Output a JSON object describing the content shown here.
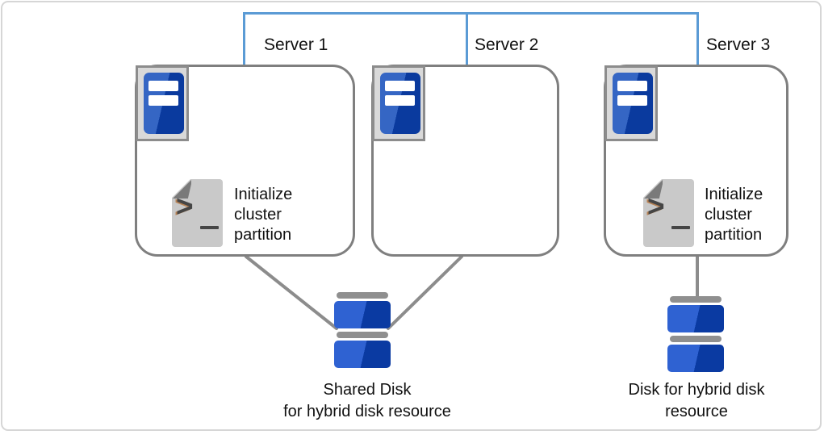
{
  "figure": {
    "servers": [
      {
        "label": "Server 1",
        "script_lines": [
          "Initialize",
          "cluster",
          "partition"
        ]
      },
      {
        "label": "Server 2"
      },
      {
        "label": "Server 3",
        "script_lines": [
          "Initialize",
          "cluster",
          "partition"
        ]
      }
    ],
    "shared_disk_caption": {
      "line1": "Shared Disk",
      "line2": "for hybrid disk resource"
    },
    "single_disk_caption": {
      "line1": "Disk for hybrid disk",
      "line2": "resource"
    },
    "colors": {
      "network_line": "#5b9bd5",
      "connector_line": "#8c8c8c",
      "box_border": "#7f7f7f",
      "server_tower_blue_light": "#3566c4",
      "server_tower_blue_dark": "#0a3a9e",
      "disk_blue_light": "#2f62d2",
      "disk_blue_dark": "#0a3aa2",
      "icon_square_bg": "#d9d9d9",
      "document_gray": "#c9c9c9",
      "document_fold_gray": "#7a7a7a",
      "frame_border": "#d6d6d6"
    }
  }
}
